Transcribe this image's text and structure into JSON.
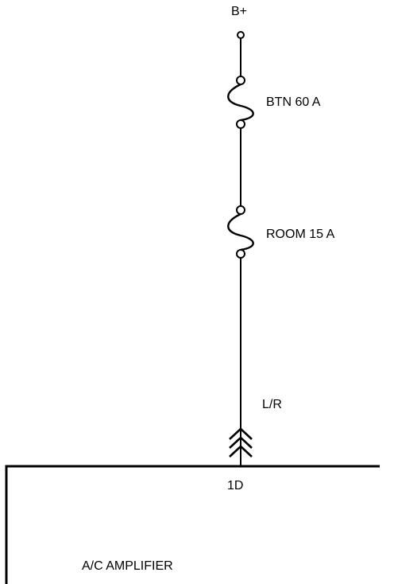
{
  "supply": {
    "label": "B+"
  },
  "fuses": [
    {
      "label": "BTN 60 A"
    },
    {
      "label": "ROOM 15 A"
    }
  ],
  "wire": {
    "color_code": "L/R"
  },
  "connector": {
    "pin": "1D"
  },
  "component": {
    "name": "A/C AMPLIFIER"
  },
  "colors": {
    "line": "#000000",
    "background": "#ffffff"
  }
}
